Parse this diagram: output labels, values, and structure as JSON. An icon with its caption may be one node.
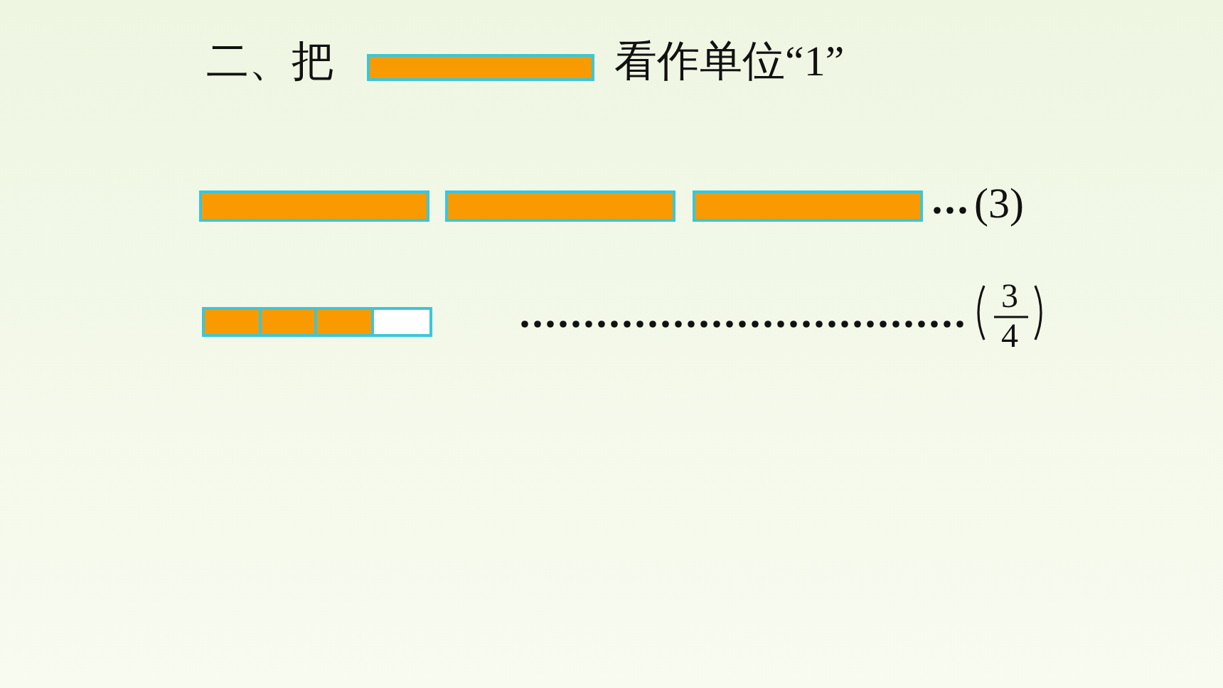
{
  "diagram": {
    "nodes": [
      {
        "text": [],
        "shape": "bar"
      },
      {
        "text": [],
        "shape": "bar"
      },
      {
        "text": [],
        "shape": "bar"
      },
      {
        "text": [],
        "shape": "bar"
      },
      {
        "text": [],
        "shape": "bar"
      }
    ],
    "labels": [
      "二、把",
      "看作单位“1”",
      "(3)",
      "3",
      "4"
    ]
  }
}
